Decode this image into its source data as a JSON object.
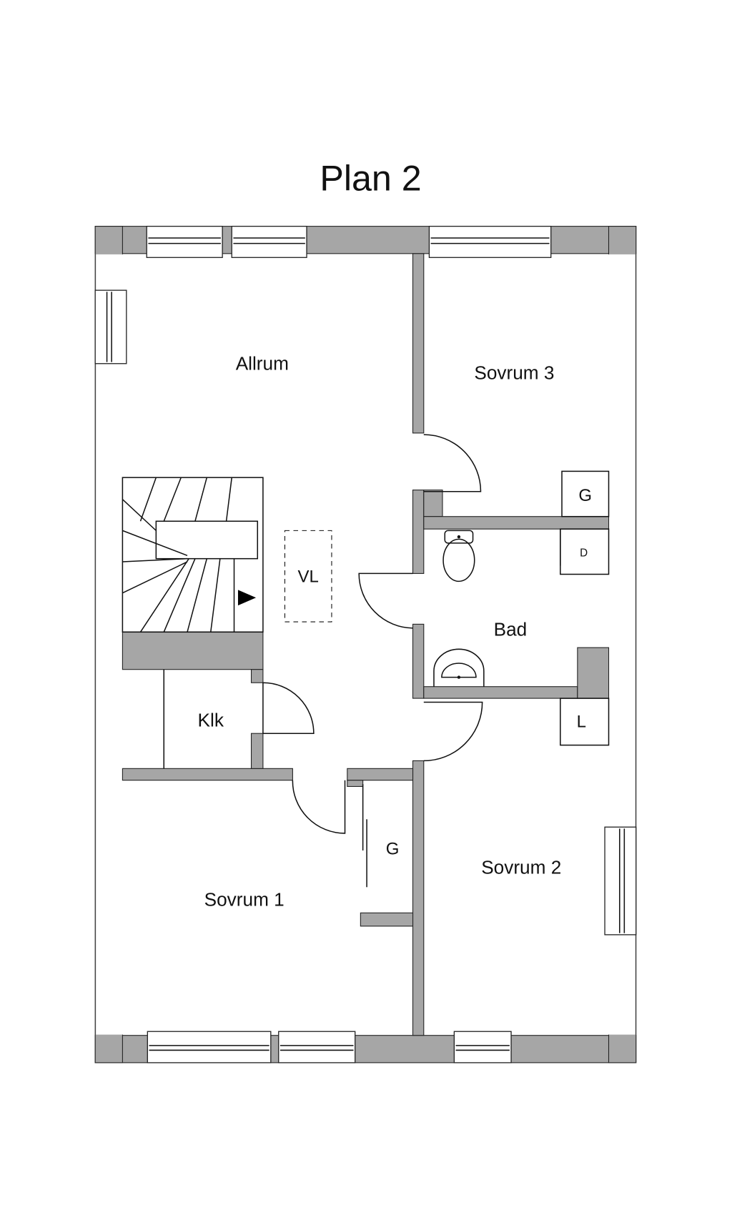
{
  "title": "Plan 2",
  "rooms": {
    "allrum": "Allrum",
    "sovrum3": "Sovrum 3",
    "sovrum2": "Sovrum 2",
    "sovrum1": "Sovrum 1",
    "bad": "Bad",
    "klk": "Klk",
    "vl": "VL",
    "g1": "G",
    "g2": "G",
    "d": "D",
    "l": "L"
  },
  "colors": {
    "wall": "#a6a6a6",
    "line": "#111111"
  }
}
